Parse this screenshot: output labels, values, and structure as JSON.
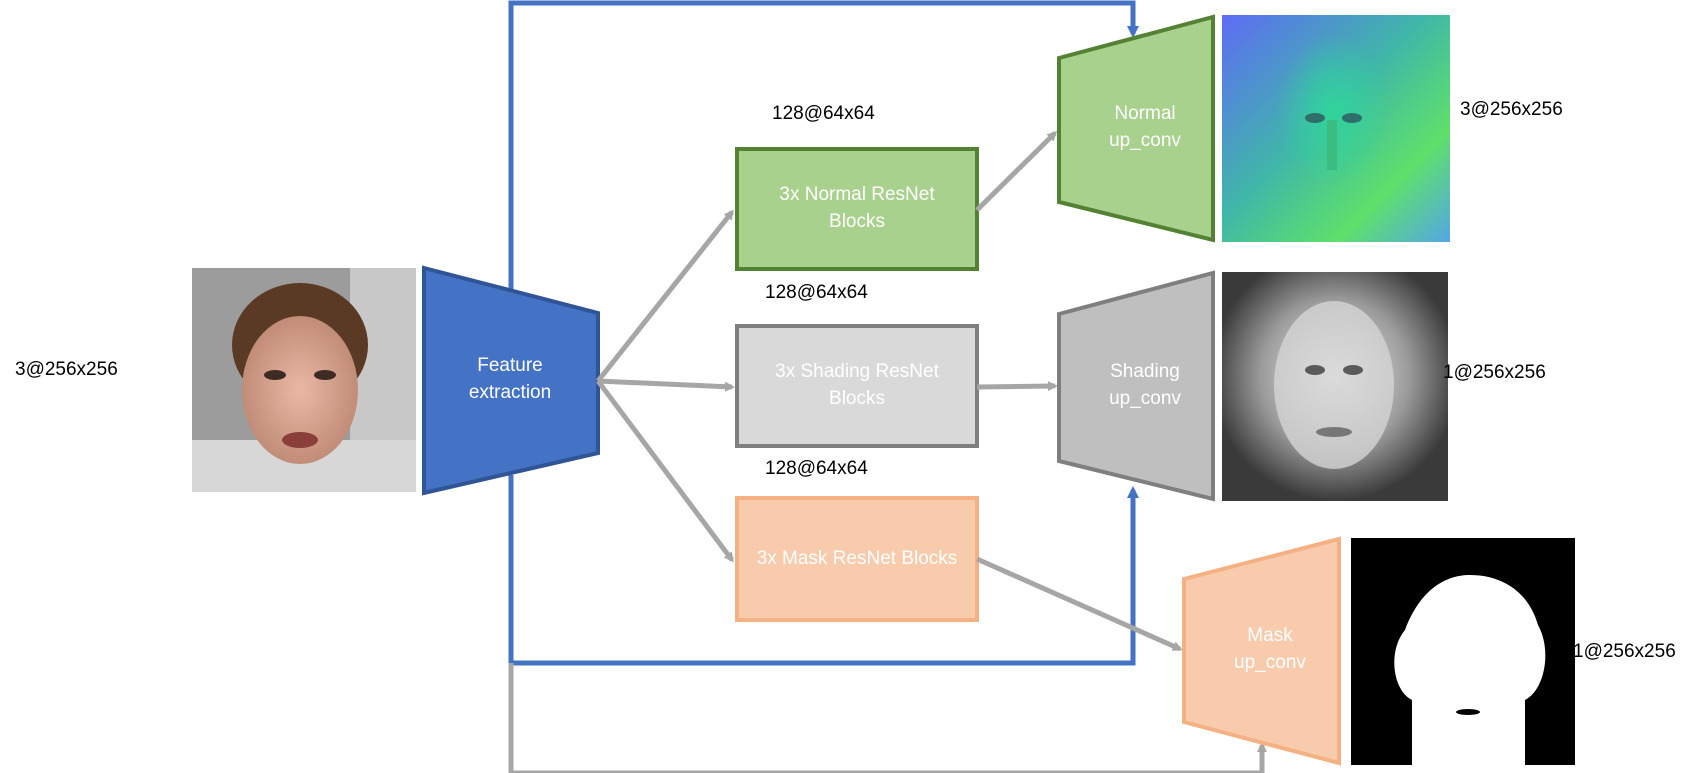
{
  "input": {
    "dims": "3@256x256"
  },
  "feature_extraction": {
    "line1": "Feature",
    "line2": "extraction"
  },
  "branches": {
    "normal": {
      "block_line1": "3x Normal ResNet",
      "block_line2": "Blocks",
      "block_dims": "128@64x64",
      "upconv_line1": "Normal",
      "upconv_line2": "up_conv",
      "output_dims": "3@256x256"
    },
    "shading": {
      "block_line1": "3x Shading ResNet",
      "block_line2": "Blocks",
      "block_dims": "128@64x64",
      "upconv_line1": "Shading",
      "upconv_line2": "up_conv",
      "output_dims": "1@256x256"
    },
    "mask": {
      "block_line1": "3x Mask ResNet Blocks",
      "block_dims": "128@64x64",
      "upconv_line1": "Mask",
      "upconv_line2": "up_conv",
      "output_dims": "1@256x256"
    }
  },
  "colors": {
    "blue": "#4472c4",
    "blue_dark": "#2f5597",
    "green_fill": "#a9d18e",
    "green_stroke": "#548235",
    "gray_fill": "#d9d9d9",
    "gray_stroke": "#7f7f7f",
    "gray_upconv": "#bfbfbf",
    "orange_fill": "#f8cbad",
    "orange_stroke": "#f4b183",
    "arrow_gray": "#a6a6a6"
  }
}
